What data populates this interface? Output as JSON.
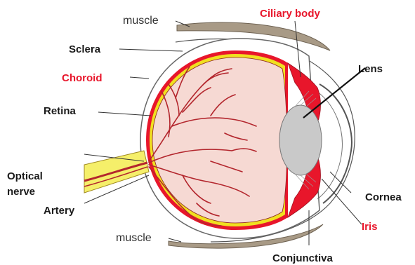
{
  "diagram": {
    "labels": {
      "muscle_top": "muscle",
      "ciliary_body": "Ciliary body",
      "sclera": "Sclera",
      "lens": "Lens",
      "choroid": "Choroid",
      "retina": "Retina",
      "optical_nerve_line1": "Optical",
      "optical_nerve_line2": "nerve",
      "artery": "Artery",
      "cornea": "Cornea",
      "iris": "Iris",
      "muscle_bottom": "muscle",
      "conjunctiva": "Conjunctiva"
    },
    "colors": {
      "label_red": "#e8162b",
      "label_dark": "#1a1a1a",
      "vitreous": "#f6d9d3",
      "choroid": "#e8162b",
      "retina": "#f0e020",
      "vessel": "#b3262d",
      "lens": "#c9c9c9",
      "muscle": "#a89a86",
      "nerve": "#f5ef6a"
    }
  }
}
